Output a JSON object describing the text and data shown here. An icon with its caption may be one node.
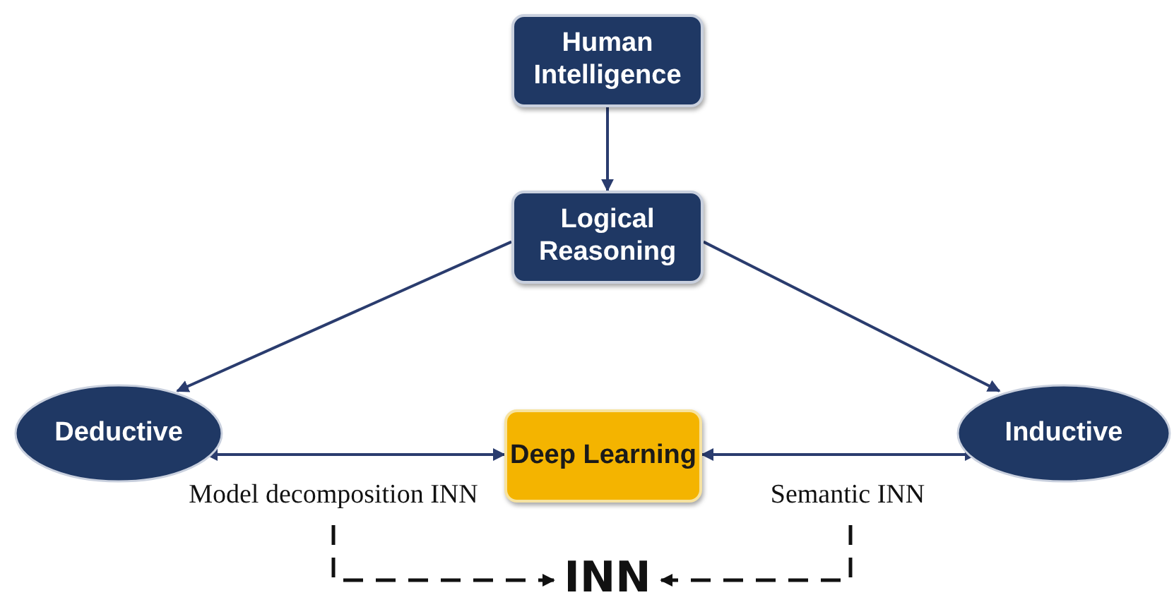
{
  "diagram": {
    "nodes": [
      {
        "text": [
          "Human Intelligence"
        ]
      },
      {
        "text": [
          "Logical Reasoning"
        ]
      },
      {
        "text": [
          "Deductive"
        ]
      },
      {
        "text": [
          "Deep Learning"
        ]
      },
      {
        "text": [
          "Inductive"
        ]
      },
      {
        "text": [
          "Model decomposition INN"
        ]
      },
      {
        "text": [
          "Semantic INN"
        ]
      },
      {
        "text": [
          "INN"
        ]
      }
    ],
    "edges": [
      {
        "from": 0,
        "to": 1,
        "arrow": "to"
      },
      {
        "from": 1,
        "to": 2,
        "arrow": "to"
      },
      {
        "from": 1,
        "to": 4,
        "arrow": "to"
      },
      {
        "from": 2,
        "to": 3,
        "arrow": "both"
      },
      {
        "from": 3,
        "to": 4,
        "arrow": "both"
      },
      {
        "from": 5,
        "to": 7,
        "arrow": "to",
        "style": "dashed",
        "color": "#111111"
      },
      {
        "from": 6,
        "to": 7,
        "arrow": "to",
        "style": "dashed",
        "color": "#111111"
      }
    ]
  }
}
